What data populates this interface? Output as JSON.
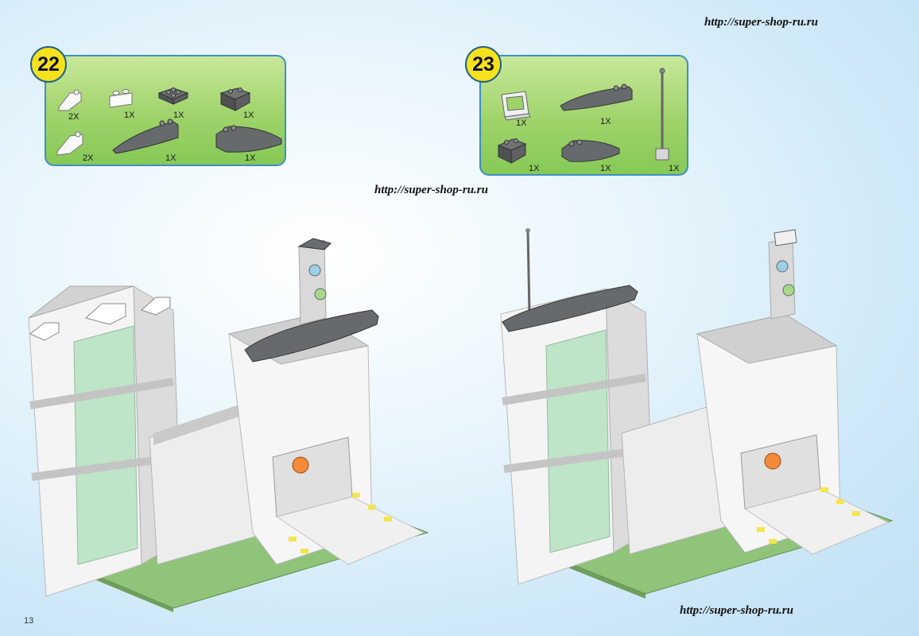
{
  "watermarks": {
    "top_right": "http://super-shop-ru.ru",
    "middle": "http://super-shop-ru.ru",
    "bottom_right": "http://super-shop-ru.ru"
  },
  "steps": [
    {
      "number": "22",
      "parts": [
        {
          "icon": "white-slope-brick-icon",
          "qty": "2X"
        },
        {
          "icon": "white-brick-1x2-icon",
          "qty": "1X"
        },
        {
          "icon": "gray-plate-2x2-icon",
          "qty": "1X"
        },
        {
          "icon": "gray-slope-2x2-icon",
          "qty": "1X"
        },
        {
          "icon": "white-slope-brick-icon",
          "qty": "2X"
        },
        {
          "icon": "gray-wedge-left-icon",
          "qty": "1X"
        },
        {
          "icon": "gray-wedge-right-icon",
          "qty": "1X"
        }
      ]
    },
    {
      "number": "23",
      "parts": [
        {
          "icon": "white-window-frame-icon",
          "qty": "1X"
        },
        {
          "icon": "gray-wedge-left-icon",
          "qty": "1X"
        },
        {
          "icon": "gray-slope-2x2-icon",
          "qty": "1X"
        },
        {
          "icon": "gray-wedge-right-icon",
          "qty": "1X"
        },
        {
          "icon": "antenna-icon",
          "qty": "1X"
        }
      ]
    }
  ],
  "page_number": "13",
  "colors": {
    "badge": "#f6e21c",
    "box_border": "#3d8fc6",
    "box_fill": "#9fd36a"
  }
}
